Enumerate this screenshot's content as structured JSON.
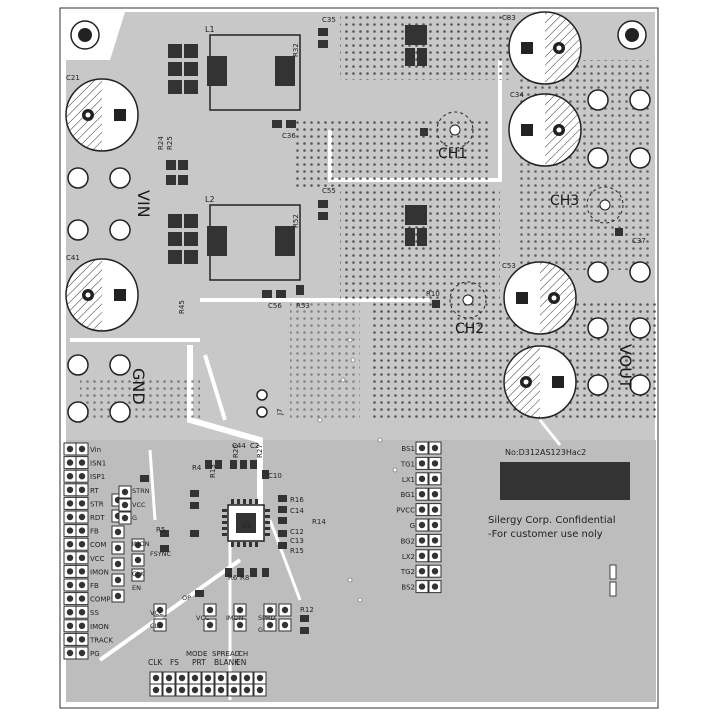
{
  "board": {
    "part_number": "No:D312AS123Hac2",
    "confidential_line1": "Silergy Corp. Confidential",
    "confidential_line2": "-For customer use noly"
  },
  "power_labels": {
    "vin": "VIN",
    "gnd": "GND",
    "vout": "VOUT",
    "ch1": "CH1",
    "ch2": "CH2",
    "ch3": "CH3"
  },
  "components": {
    "l1": "L1",
    "l2": "L2",
    "c21": "C21",
    "c41": "C41",
    "c34": "C34",
    "c33": "C33",
    "c53": "C53",
    "c37": "C37",
    "c35": "C35",
    "c36": "C36",
    "c55": "C55",
    "c56": "C56",
    "c44": "C44",
    "c2": "C2",
    "c10": "C10",
    "c12": "C12",
    "c13": "C13",
    "c14": "C14",
    "r16": "R16",
    "r14": "R14",
    "r15": "R15",
    "r13": "R13",
    "r4": "R4",
    "r5": "R5",
    "r6": "R6",
    "r8": "R8",
    "r10": "R10",
    "r12": "R12",
    "r45": "R45",
    "r53": "R53",
    "r24": "R24",
    "r25": "R25",
    "r32": "R32",
    "r52": "R52",
    "j7": "J7",
    "u1": "U1",
    "r26": "R26",
    "r27": "R27"
  },
  "left_header": [
    "Vin",
    "ISN1",
    "ISP1",
    "RT",
    "STR",
    "RDT",
    "FB",
    "COM",
    "VCC",
    "IMON",
    "FB",
    "COMP",
    "SS",
    "IMON",
    "TRACK",
    "PG"
  ],
  "left_header_2": [
    "SS",
    "RT",
    "FB",
    "COMP",
    "VCC",
    "TRACK",
    "PG"
  ],
  "right_header": [
    "BS1",
    "TG1",
    "LX1",
    "BG1",
    "PVCC",
    "G",
    "BG2",
    "LX2",
    "TG2",
    "BS2"
  ],
  "bottom_header": [
    "CLK",
    "FS",
    "PRT",
    "BLANK",
    "EN"
  ],
  "bottom_header_top": [
    "MODE",
    "SPREAD",
    "CH"
  ],
  "mid_labels": [
    "STRN",
    "G",
    "VCC",
    "IMON",
    "FSYNC",
    "CLK",
    "EN",
    "OP",
    "IMON",
    "VCC",
    "G",
    "SPRD",
    "VCC",
    "CLK"
  ]
}
